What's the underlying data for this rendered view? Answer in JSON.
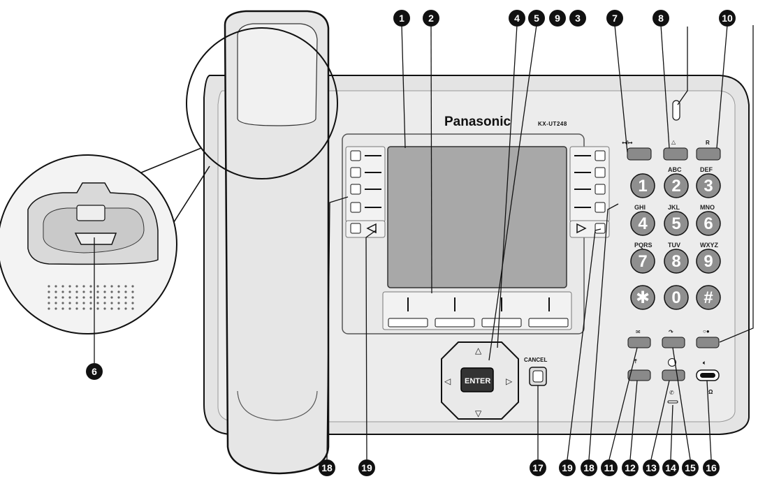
{
  "phone": {
    "brand": "Panasonic",
    "model": "KX-UT248",
    "cancel_label": "CANCEL",
    "enter_label": "ENTER",
    "function_keys": {
      "hold_transfer": "↤/↦",
      "message_up": "△",
      "redial_r": "R"
    },
    "keypad": [
      {
        "digit": "1",
        "sub": ""
      },
      {
        "digit": "2",
        "sub": "ABC"
      },
      {
        "digit": "3",
        "sub": "DEF"
      },
      {
        "digit": "4",
        "sub": "GHI"
      },
      {
        "digit": "5",
        "sub": "JKL"
      },
      {
        "digit": "6",
        "sub": "MNO"
      },
      {
        "digit": "7",
        "sub": "PQRS"
      },
      {
        "digit": "8",
        "sub": "TUV"
      },
      {
        "digit": "9",
        "sub": "WXYZ"
      },
      {
        "digit": "✱",
        "sub": ""
      },
      {
        "digit": "0",
        "sub": ""
      },
      {
        "digit": "#",
        "sub": ""
      }
    ]
  },
  "callouts": {
    "top": [
      "1",
      "2",
      "4",
      "5",
      "9",
      "3",
      "7",
      "8",
      "10"
    ],
    "bottom": [
      "18",
      "19",
      "17",
      "19",
      "18",
      "11",
      "12",
      "13",
      "14",
      "15",
      "16"
    ],
    "side": "6"
  },
  "icons": {
    "mail": "envelope-icon",
    "conference": "conference-icon",
    "transfer": "transfer-icon",
    "forward": "forward-icon",
    "record": "record-icon",
    "speaker": "speaker-icon",
    "headset": "headset-icon",
    "mic": "microphone-icon"
  }
}
